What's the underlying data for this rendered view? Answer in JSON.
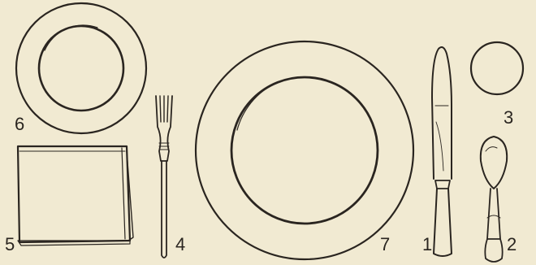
{
  "labels": {
    "knife": "1",
    "spoon": "2",
    "glass": "3",
    "fork": "4",
    "napkin": "5",
    "bread_plate": "6",
    "dinner_plate": "7"
  },
  "colors": {
    "paper": "#f1ead2",
    "ink": "#2a2520"
  }
}
